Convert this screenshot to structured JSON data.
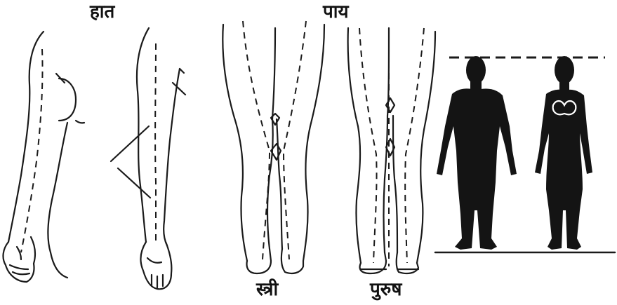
{
  "labels": {
    "arm": "हात",
    "leg": "पाय",
    "female": "स्त्री",
    "male": "पुरुष"
  },
  "colors": {
    "ink": "#1a1a1a",
    "silhouette": "#141414",
    "background": "#ffffff"
  }
}
